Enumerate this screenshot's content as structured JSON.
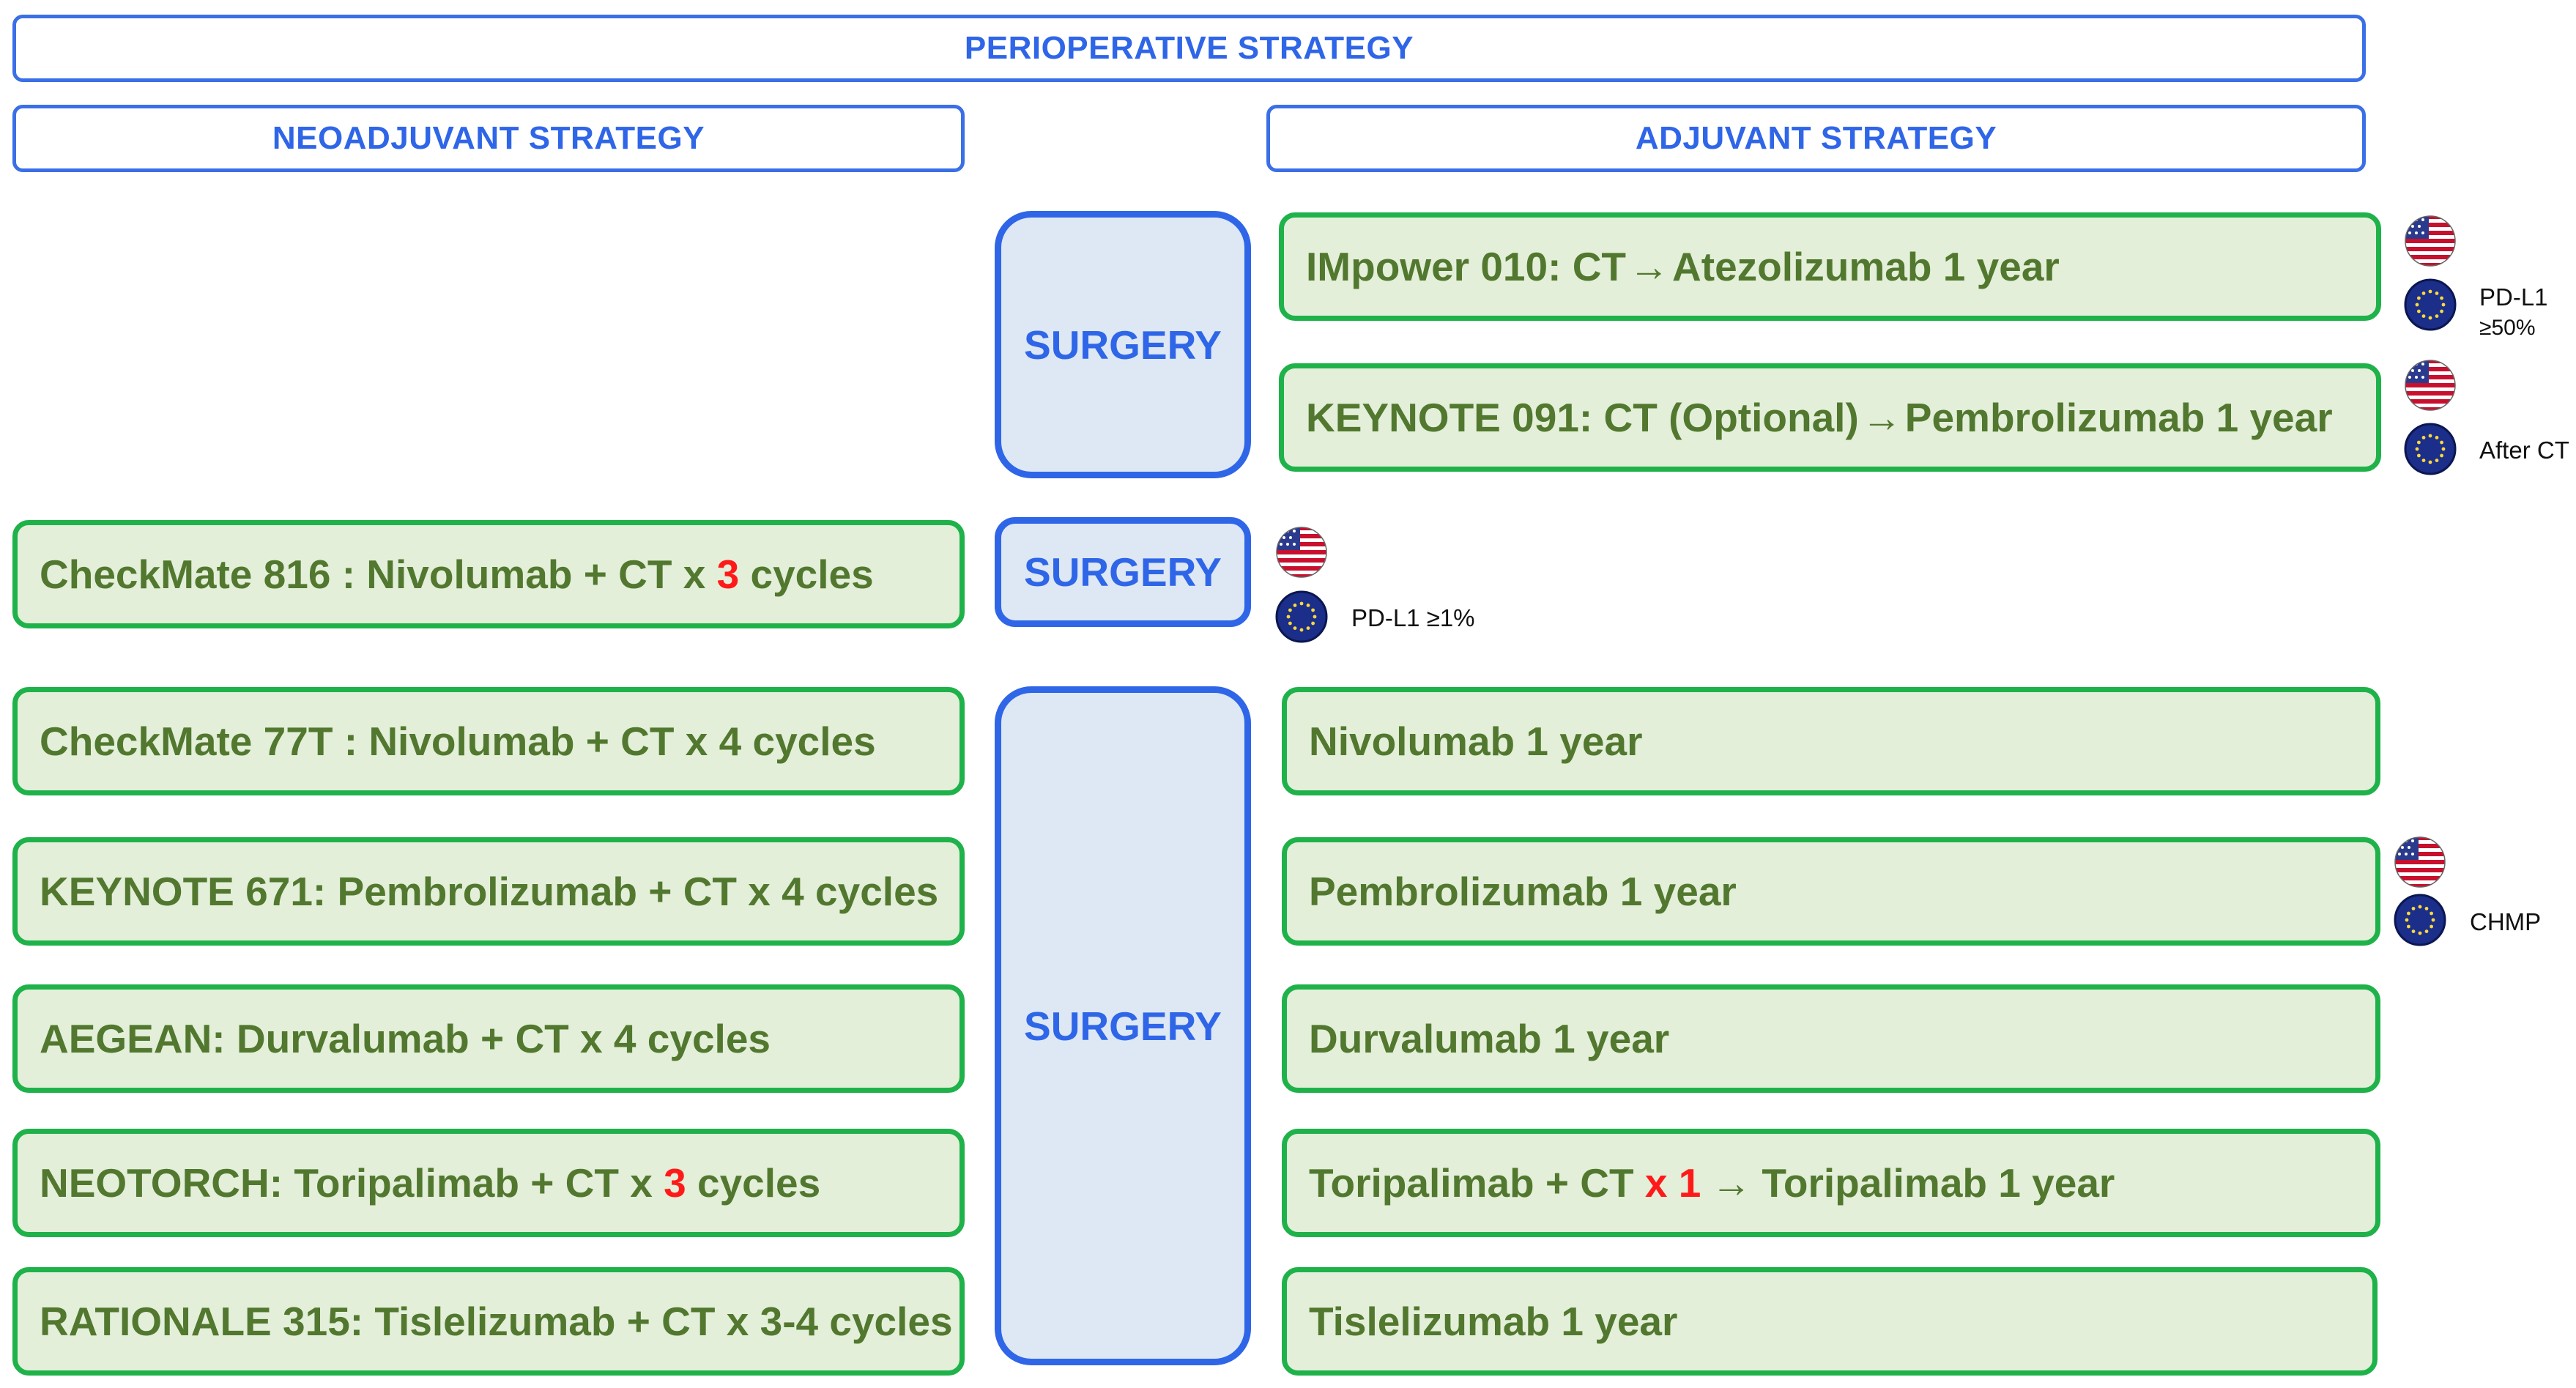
{
  "headers": {
    "perioperative": "PERIOPERATIVE STRATEGY",
    "neoadjuvant": "NEOADJUVANT STRATEGY",
    "adjuvant": "ADJUVANT STRATEGY"
  },
  "surgery_label": "SURGERY",
  "adjuvant_only": [
    {
      "name": "IMpower 010: CT",
      "arrow": "→",
      "after": "Atezolizumab 1 year"
    },
    {
      "name": "KEYNOTE 091: CT (Optional)",
      "arrow": "→",
      "after": "Pembrolizumab 1 year"
    }
  ],
  "neoadjuvant_only": {
    "pre": "CheckMate 816 : Nivolumab + CT x ",
    "num": "3",
    "post": " cycles"
  },
  "perioperative_neo": [
    {
      "text": "CheckMate 77T : Nivolumab + CT x 4 cycles"
    },
    {
      "text": "KEYNOTE 671: Pembrolizumab + CT x 4 cycles"
    },
    {
      "text": "AEGEAN: Durvalumab + CT x 4 cycles"
    },
    {
      "pre": "NEOTORCH: Toripalimab + CT x ",
      "num": "3",
      "post": " cycles"
    },
    {
      "text": "RATIONALE 315: Tislelizumab + CT x 3-4 cycles"
    }
  ],
  "perioperative_adj": [
    {
      "text": "Nivolumab 1 year"
    },
    {
      "text": "Pembrolizumab 1 year"
    },
    {
      "text": "Durvalumab 1 year"
    },
    {
      "pre": "Toripalimab + CT ",
      "red": "x 1",
      "arrow": "→",
      "post": "Toripalimab 1 year"
    },
    {
      "text": "Tislelizumab 1 year"
    }
  ],
  "approval_notes": {
    "impower": [
      "PD-L1",
      "≥50%"
    ],
    "keynote091": "After CT",
    "checkmate816": "PD-L1 ≥1%",
    "keynote671": "CHMP"
  },
  "colors": {
    "header_blue": "#2f66e8",
    "box_green_border": "#1fb24a",
    "box_green_fill": "#e3efd9",
    "box_text_green": "#52782f",
    "surgery_fill": "#dde8f4",
    "highlight_red": "#ff1a1a"
  },
  "icons": [
    "us-flag-icon",
    "eu-flag-icon"
  ]
}
